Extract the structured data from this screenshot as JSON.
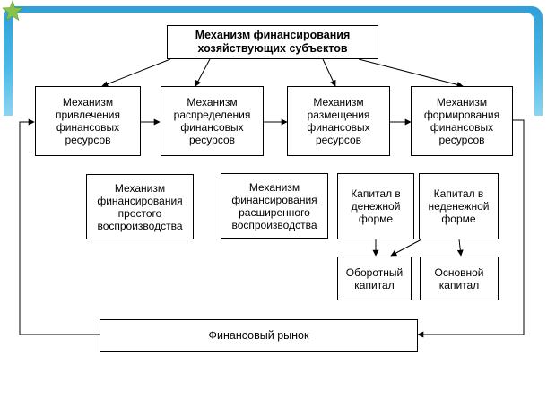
{
  "diagram": {
    "root": "Механизм финансирования\nхозяйствующих субъектов",
    "mechanisms": [
      "Механизм\nпривлечения\nфинансовых\nресурсов",
      "Механизм\nраспределения\nфинансовых\nресурсов",
      "Механизм\nразмещения\nфинансовых\nресурсов",
      "Механизм\nформирования\nфинансовых\nресурсов"
    ],
    "reproduction": [
      "Механизм\nфинансирования\nпростого\nвоспроизводства",
      "Механизм\nфинансирования\nрасширенного\nвоспроизводства"
    ],
    "capital_forms": [
      "Капитал в\nденежной\nформе",
      "Капитал в\nнеденежной\nформе"
    ],
    "capital_types": [
      "Оборотный\nкапитал",
      "Основной\nкапитал"
    ],
    "market": "Финансовый рынок"
  },
  "colors": {
    "frame_top": "#2f9fd6",
    "frame_bottom": "#8cd4f1",
    "star": "#8bc34a"
  }
}
